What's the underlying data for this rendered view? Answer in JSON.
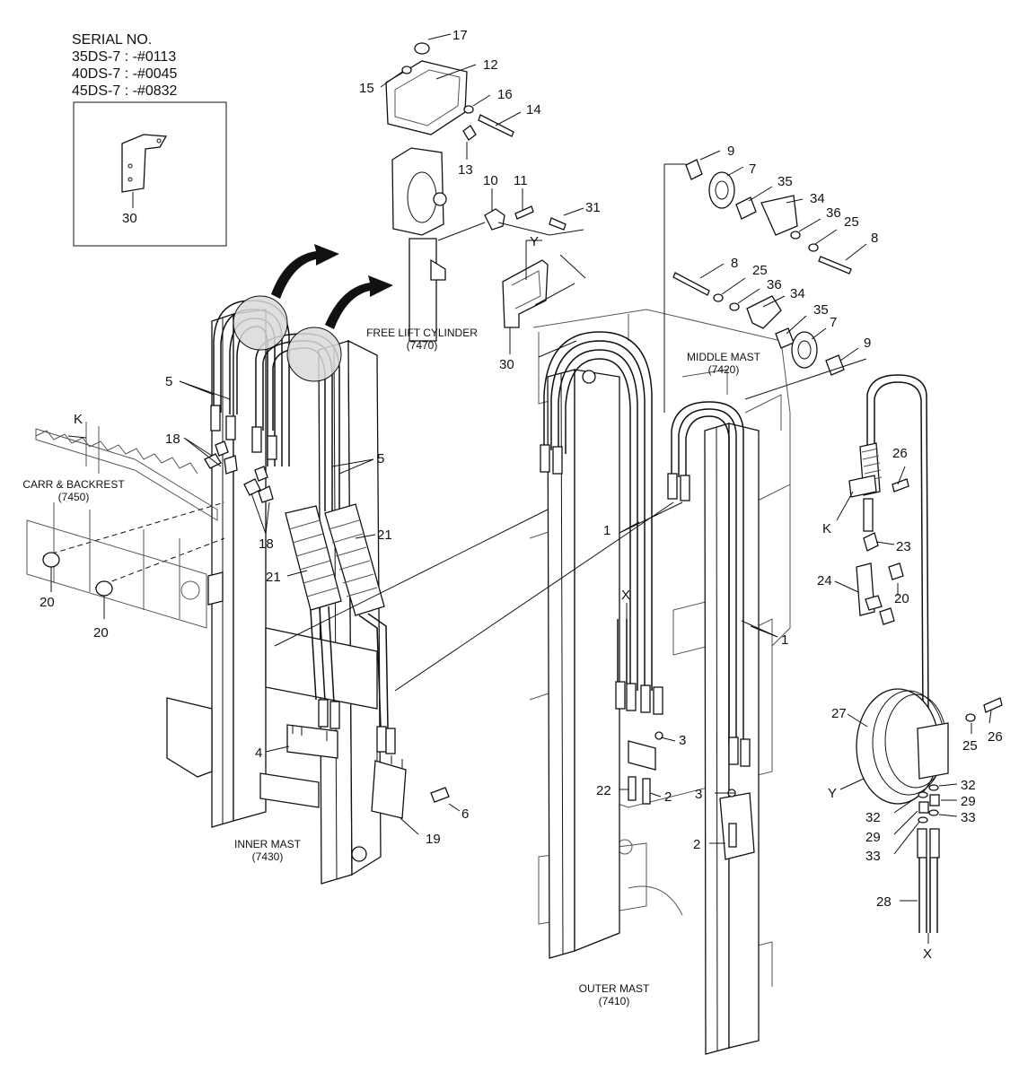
{
  "serial": {
    "heading": "SERIAL NO.",
    "lines": [
      "35DS-7 : -#0113",
      "40DS-7 : -#0045",
      "45DS-7 : -#0832"
    ]
  },
  "captions": {
    "free_lift_1": "FREE LIFT CYLINDER",
    "free_lift_2": "(7470)",
    "middle_1": "MIDDLE MAST",
    "middle_2": "(7420)",
    "carr_1": "CARR & BACKREST",
    "carr_2": "(7450)",
    "inner_1": "INNER MAST",
    "inner_2": "(7430)",
    "outer_1": "OUTER MAST",
    "outer_2": "(7410)"
  },
  "callouts": [
    {
      "id": "c17",
      "text": "17"
    },
    {
      "id": "c12",
      "text": "12"
    },
    {
      "id": "c15",
      "text": "15"
    },
    {
      "id": "c16",
      "text": "16"
    },
    {
      "id": "c14",
      "text": "14"
    },
    {
      "id": "c13",
      "text": "13"
    },
    {
      "id": "c10",
      "text": "10"
    },
    {
      "id": "c11",
      "text": "11"
    },
    {
      "id": "c31",
      "text": "31"
    },
    {
      "id": "cY1",
      "text": "Y"
    },
    {
      "id": "c30a",
      "text": "30"
    },
    {
      "id": "c30b",
      "text": "30"
    },
    {
      "id": "c9a",
      "text": "9"
    },
    {
      "id": "c7a",
      "text": "7"
    },
    {
      "id": "c35a",
      "text": "35"
    },
    {
      "id": "c34a",
      "text": "34"
    },
    {
      "id": "c36a",
      "text": "36"
    },
    {
      "id": "c25a",
      "text": "25"
    },
    {
      "id": "c8a",
      "text": "8"
    },
    {
      "id": "c8b",
      "text": "8"
    },
    {
      "id": "c25b",
      "text": "25"
    },
    {
      "id": "c36b",
      "text": "36"
    },
    {
      "id": "c34b",
      "text": "34"
    },
    {
      "id": "c35b",
      "text": "35"
    },
    {
      "id": "c7b",
      "text": "7"
    },
    {
      "id": "c9b",
      "text": "9"
    },
    {
      "id": "c5a",
      "text": "5"
    },
    {
      "id": "c5b",
      "text": "5"
    },
    {
      "id": "cK1",
      "text": "K"
    },
    {
      "id": "c18a",
      "text": "18"
    },
    {
      "id": "c18b",
      "text": "18"
    },
    {
      "id": "c21a",
      "text": "21"
    },
    {
      "id": "c21b",
      "text": "21"
    },
    {
      "id": "c20a",
      "text": "20"
    },
    {
      "id": "c20b",
      "text": "20"
    },
    {
      "id": "c4",
      "text": "4"
    },
    {
      "id": "c6",
      "text": "6"
    },
    {
      "id": "c19",
      "text": "19"
    },
    {
      "id": "c1a",
      "text": "1"
    },
    {
      "id": "c1b",
      "text": "1"
    },
    {
      "id": "cX1",
      "text": "X"
    },
    {
      "id": "c3a",
      "text": "3"
    },
    {
      "id": "c3b",
      "text": "3"
    },
    {
      "id": "c22",
      "text": "22"
    },
    {
      "id": "c2a",
      "text": "2"
    },
    {
      "id": "c2b",
      "text": "2"
    },
    {
      "id": "c26a",
      "text": "26"
    },
    {
      "id": "cK2",
      "text": "K"
    },
    {
      "id": "c23",
      "text": "23"
    },
    {
      "id": "c24",
      "text": "24"
    },
    {
      "id": "c20c",
      "text": "20"
    },
    {
      "id": "c27",
      "text": "27"
    },
    {
      "id": "c25c",
      "text": "25"
    },
    {
      "id": "c26b",
      "text": "26"
    },
    {
      "id": "cY2",
      "text": "Y"
    },
    {
      "id": "c32a",
      "text": "32"
    },
    {
      "id": "c29a",
      "text": "29"
    },
    {
      "id": "c32b",
      "text": "32"
    },
    {
      "id": "c33a",
      "text": "33"
    },
    {
      "id": "c29b",
      "text": "29"
    },
    {
      "id": "c33b",
      "text": "33"
    },
    {
      "id": "c28",
      "text": "28"
    },
    {
      "id": "cX2",
      "text": "X"
    }
  ]
}
